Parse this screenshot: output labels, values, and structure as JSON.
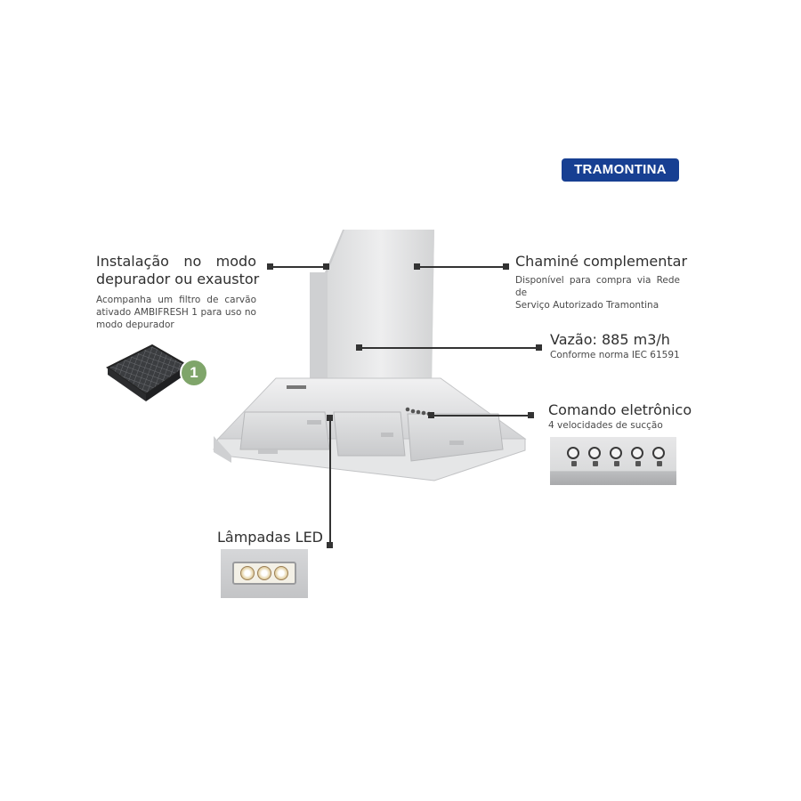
{
  "brand": {
    "name": "TRAMONTINA",
    "color": "#173f92"
  },
  "features": {
    "installation": {
      "title_line1": "Instalação no modo",
      "title_line2": "depurador ou exaustor",
      "desc_line1": "Acompanha um filtro de carvão",
      "desc_line2": "ativado AMBIFRESH 1 para uso no",
      "desc_line3": "modo depurador",
      "badge": "1",
      "badge_color": "#7fa56a"
    },
    "chimney": {
      "title": "Chaminé complementar",
      "desc_line1": "Disponível para compra via Rede de",
      "desc_line2": "Serviço Autorizado Tramontina"
    },
    "flow": {
      "title": "Vazão: 885 m3/h",
      "desc": "Conforme norma IEC 61591"
    },
    "control": {
      "title": "Comando eletrônico",
      "desc": "4 velocidades de sucção",
      "buttons": [
        "power",
        "speed-1",
        "speed-2",
        "speed-3",
        "light"
      ]
    },
    "led": {
      "title": "Lâmpadas LED",
      "lamp_count": "3"
    }
  }
}
